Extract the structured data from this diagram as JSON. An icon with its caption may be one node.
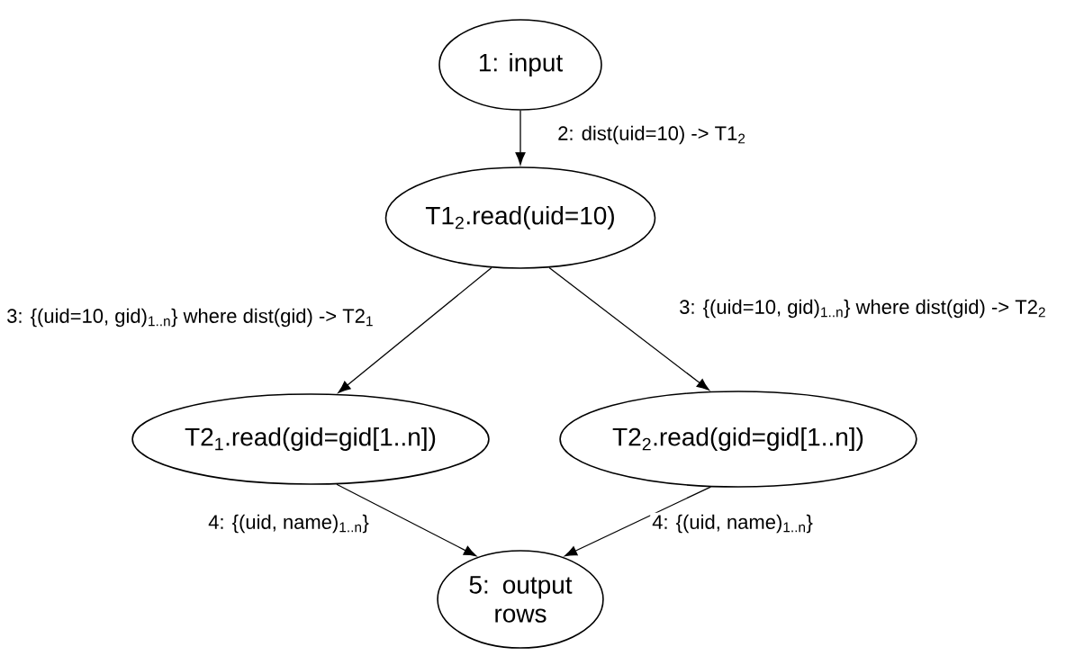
{
  "diagram": {
    "nodes": [
      {
        "text": [
          "1: input"
        ]
      },
      {
        "text": [
          "T1$_{2}$.read(uid=10)"
        ]
      },
      {
        "text": [
          "T2$_{1}$.read(gid=gid[1..n])"
        ]
      },
      {
        "text": [
          "T2$_{2}$.read(gid=gid[1..n])"
        ]
      },
      {
        "text": [
          "5: output rows"
        ]
      }
    ],
    "edges": [
      {
        "from": 0,
        "to": 1,
        "arrow": "to",
        "label": "2: dist(uid=10) -> T1$_{2}$"
      },
      {
        "from": 1,
        "to": 2,
        "arrow": "to",
        "label": "3: {(uid=10, gid)$_{1..n}$} where dist(gid) -> T2$_{1}$"
      },
      {
        "from": 1,
        "to": 3,
        "arrow": "to",
        "label": "3: {(uid=10, gid)$_{1..n}$} where dist(gid) -> T2$_{2}$"
      },
      {
        "from": 2,
        "to": 4,
        "arrow": "to",
        "label": "4: {(uid, name)$_{1..n}$}"
      },
      {
        "from": 3,
        "to": 4,
        "arrow": "to",
        "label": "4: {(uid, name)$_{1..n}$}"
      }
    ]
  }
}
